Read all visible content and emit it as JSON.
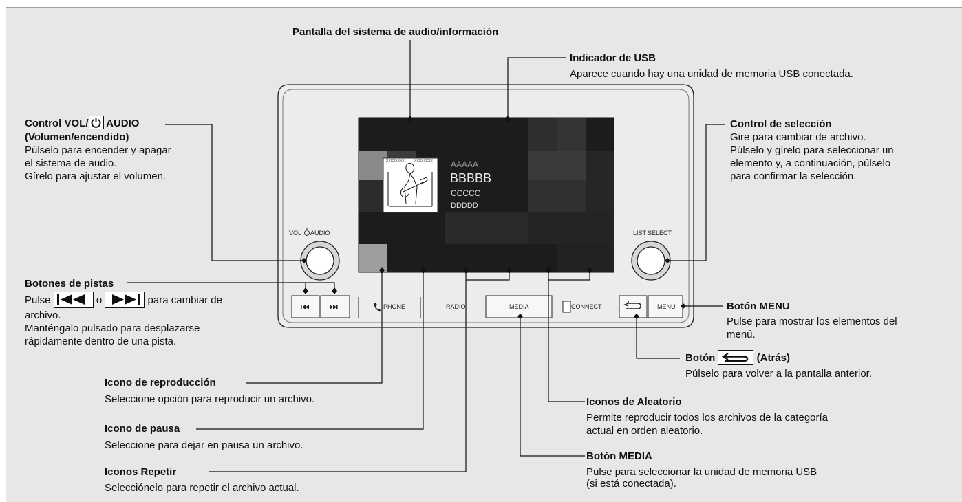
{
  "screen": {
    "line1": "AAAAA",
    "line2": "BBBBB",
    "line3": "CCCCC",
    "line4": "DDDDD",
    "art_caption_left": "XXXXXXXX",
    "art_caption_right": "XXXXXXXX"
  },
  "unit": {
    "vol_label": "VOL",
    "audio_label": "AUDIO",
    "list_label": "LIST",
    "select_label": "SELECT",
    "buttons": {
      "phone": "PHONE",
      "radio": "RADIO",
      "media": "MEDIA",
      "connect": "CONNECT",
      "menu": "MENU"
    }
  },
  "callouts": {
    "pantalla": {
      "title": "Pantalla del sistema de audio/información"
    },
    "usb": {
      "title": "Indicador de USB",
      "desc": "Aparece cuando hay una unidad de memoria USB conectada."
    },
    "vol": {
      "title_pre": "Control VOL/",
      "title_post": " AUDIO",
      "title2": "(Volumen/encendido)",
      "desc1": "Púlselo para encender y apagar",
      "desc2": "el sistema de audio.",
      "desc3": "Gírelo para ajustar el volumen."
    },
    "seleccion": {
      "title": "Control de selección",
      "desc1": "Gire para cambiar de archivo.",
      "desc2": "Púlselo y gírelo para seleccionar un",
      "desc3": "elemento y, a continuación, púlselo",
      "desc4": "para confirmar la selección."
    },
    "pistas": {
      "title": "Botones de pistas",
      "desc_pre": "Pulse ",
      "desc_mid": " o ",
      "desc_post": " para cambiar de",
      "desc2": "archivo.",
      "desc3": "Manténgalo pulsado para desplazarse",
      "desc4": "rápidamente dentro de una pista."
    },
    "menu": {
      "title": "Botón MENU",
      "desc1": "Pulse para mostrar los elementos del",
      "desc2": "menú."
    },
    "atras": {
      "title_pre": "Botón ",
      "title_post": " (Atrás)",
      "desc": "Púlselo para volver a la pantalla anterior."
    },
    "reproduccion": {
      "title": "Icono de reproducción",
      "desc": "Seleccione opción para reproducir un archivo."
    },
    "aleatorio": {
      "title": "Iconos de Aleatorio",
      "desc1": "Permite reproducir todos los archivos de la categoría",
      "desc2": "actual en orden aleatorio."
    },
    "pausa": {
      "title": "Icono de pausa",
      "desc": "Seleccione para dejar en pausa un archivo."
    },
    "media": {
      "title": "Botón MEDIA",
      "desc1": "Pulse para seleccionar la unidad de memoria USB",
      "desc2": "(si está conectada)."
    },
    "repetir": {
      "title": "Iconos Repetir",
      "desc": "Selecciónelo para repetir el archivo actual."
    }
  }
}
